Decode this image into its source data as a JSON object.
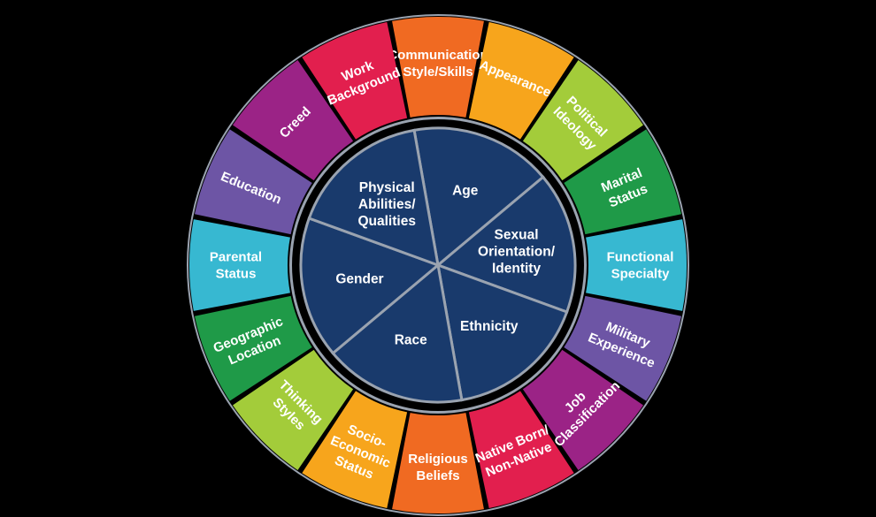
{
  "inner_ring": [
    {
      "lines": [
        "Age"
      ],
      "color": "#193a6c"
    },
    {
      "lines": [
        "Sexual",
        "Orientation/",
        "Identity"
      ],
      "color": "#193a6c"
    },
    {
      "lines": [
        "Ethnicity"
      ],
      "color": "#193a6c"
    },
    {
      "lines": [
        "Race"
      ],
      "color": "#193a6c"
    },
    {
      "lines": [
        "Gender"
      ],
      "color": "#193a6c"
    },
    {
      "lines": [
        "Physical",
        "Abilities/",
        "Qualities"
      ],
      "color": "#193a6c"
    }
  ],
  "outer_ring": [
    {
      "lines": [
        "Communication",
        "Style/Skills"
      ],
      "color": "#f06a22"
    },
    {
      "lines": [
        "Appearance"
      ],
      "color": "#f7a51c"
    },
    {
      "lines": [
        "Political",
        "Ideology"
      ],
      "color": "#a3cc3a"
    },
    {
      "lines": [
        "Marital",
        "Status"
      ],
      "color": "#1f9a48"
    },
    {
      "lines": [
        "Functional",
        "Specialty"
      ],
      "color": "#37b8d1"
    },
    {
      "lines": [
        "Military",
        "Experience"
      ],
      "color": "#6d55a5"
    },
    {
      "lines": [
        "Job",
        "Classification"
      ],
      "color": "#9b2386"
    },
    {
      "lines": [
        "Native Born/",
        "Non-Native"
      ],
      "color": "#e21f4e"
    },
    {
      "lines": [
        "Religious",
        "Beliefs"
      ],
      "color": "#f06a22"
    },
    {
      "lines": [
        "Socio-",
        "Economic",
        "Status"
      ],
      "color": "#f7a51c"
    },
    {
      "lines": [
        "Thinking",
        "Styles"
      ],
      "color": "#a3cc3a"
    },
    {
      "lines": [
        "Geographic",
        "Location"
      ],
      "color": "#1f9a48"
    },
    {
      "lines": [
        "Parental",
        "Status"
      ],
      "color": "#37b8d1"
    },
    {
      "lines": [
        "Education"
      ],
      "color": "#6d55a5"
    },
    {
      "lines": [
        "Creed"
      ],
      "color": "#9b2386"
    },
    {
      "lines": [
        "Work",
        "Background"
      ],
      "color": "#e21f4e"
    }
  ],
  "colors": {
    "background": "#000000",
    "outline": "#9aa3b0",
    "center_fill": "#193a6c"
  }
}
